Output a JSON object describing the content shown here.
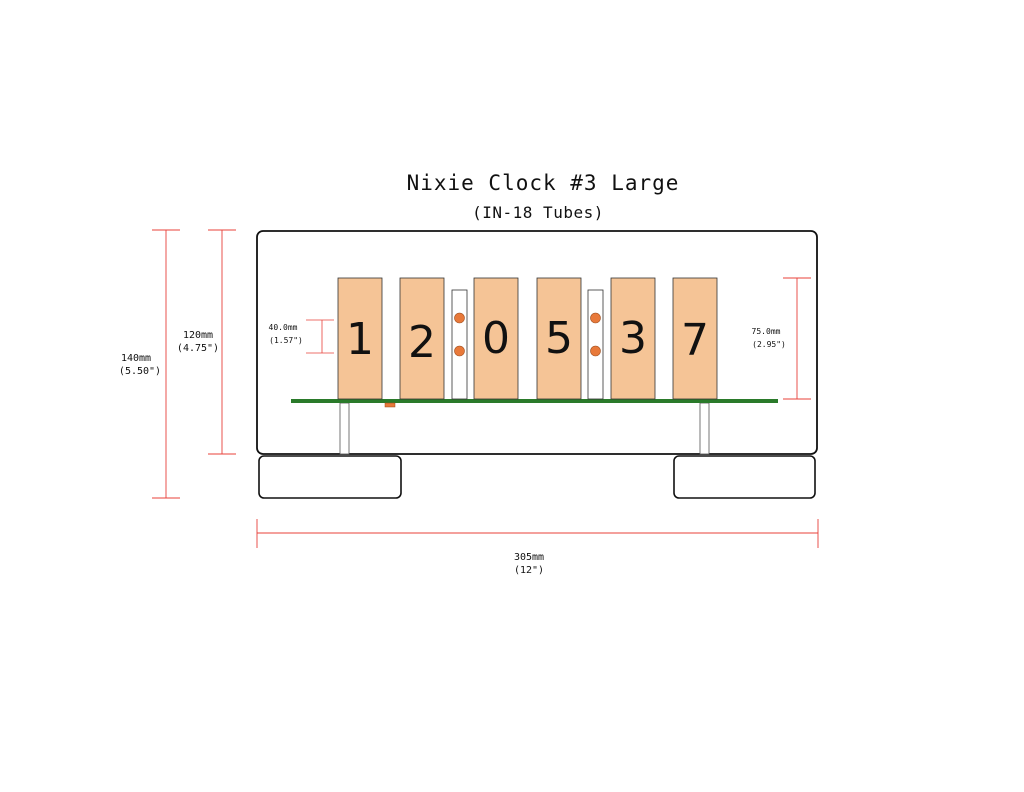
{
  "title": "Nixie Clock #3 Large",
  "subtitle": "(IN-18 Tubes)",
  "digits": [
    "1",
    "2",
    "0",
    "5",
    "3",
    "7"
  ],
  "dimensions": {
    "total_height": {
      "mm": "140mm",
      "in": "(5.50\")"
    },
    "case_height": {
      "mm": "120mm",
      "in": "(4.75\")"
    },
    "digit_height": {
      "mm": "40.0mm",
      "in": "(1.57\")"
    },
    "tube_height": {
      "mm": "75.0mm",
      "in": "(2.95\")"
    },
    "total_width": {
      "mm": "305mm",
      "in": "(12\")"
    }
  },
  "colors": {
    "tube_fill": "#f5c496",
    "colon_dot": "#e8793a",
    "pcb": "#2a7a2a",
    "dimension_line": "#e8403a",
    "outline": "#111111"
  }
}
